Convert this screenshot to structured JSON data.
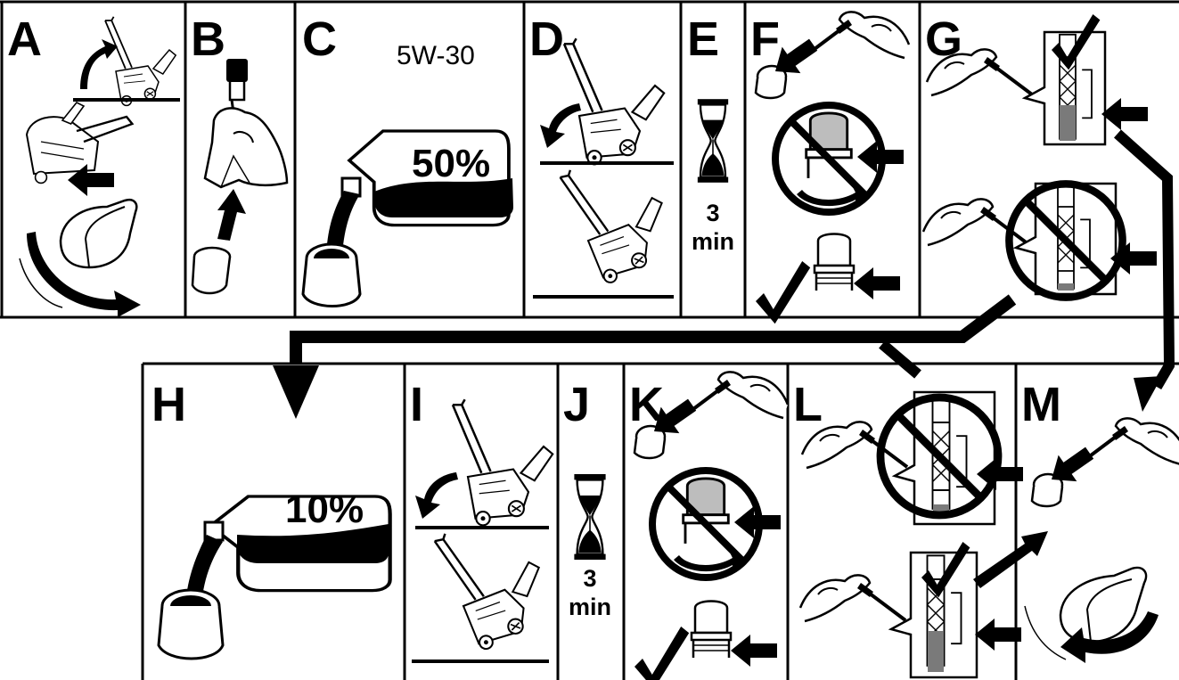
{
  "panels": {
    "A": {
      "letter": "A"
    },
    "B": {
      "letter": "B"
    },
    "C": {
      "letter": "C",
      "oil_type": "5W-30",
      "fill_percent": "50%"
    },
    "D": {
      "letter": "D"
    },
    "E": {
      "letter": "E",
      "wait_value": "3",
      "wait_unit": "min"
    },
    "F": {
      "letter": "F"
    },
    "G": {
      "letter": "G"
    },
    "H": {
      "letter": "H",
      "fill_percent": "10%"
    },
    "I": {
      "letter": "I"
    },
    "J": {
      "letter": "J",
      "wait_value": "3",
      "wait_unit": "min"
    },
    "K": {
      "letter": "K"
    },
    "L": {
      "letter": "L"
    },
    "M": {
      "letter": "M"
    }
  },
  "colors": {
    "ink": "#000000",
    "paper": "#ffffff",
    "shade": "#bdbdbd",
    "dipstick_fill": "#7a7a7a"
  },
  "icons": [
    "snowblower-icon",
    "arrow-icon",
    "oil-bottle-icon",
    "hourglass-icon",
    "dipstick-icon",
    "check-icon",
    "prohibited-icon",
    "oil-cap-icon",
    "hand-icon"
  ]
}
